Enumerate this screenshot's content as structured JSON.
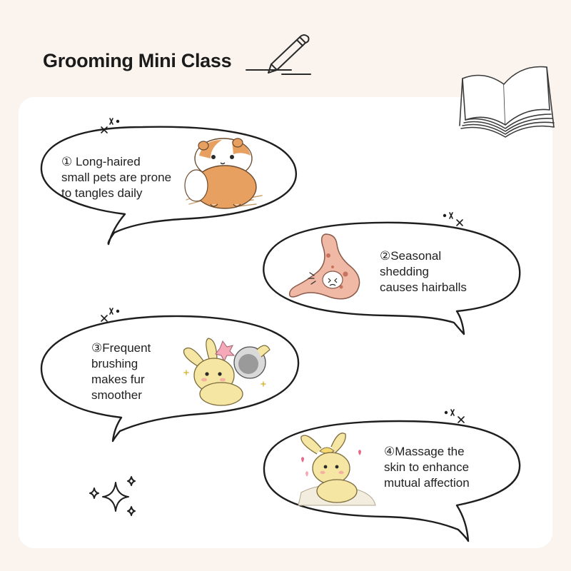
{
  "header": {
    "title": "Grooming Mini Class"
  },
  "tips": [
    {
      "lines": [
        "① Long-haired",
        "small pets are prone",
        "to tangles daily"
      ]
    },
    {
      "lines": [
        "②Seasonal",
        "shedding",
        "causes hairballs"
      ]
    },
    {
      "lines": [
        "③Frequent",
        "brushing",
        "makes fur",
        "smoother"
      ]
    },
    {
      "lines": [
        "④Massage the",
        "skin to enhance",
        "mutual affection"
      ]
    }
  ],
  "colors": {
    "background": "#fbf4ee",
    "card": "#ffffff",
    "ink": "#1e1e1e",
    "hamster_orange": "#e8a060",
    "bunny_yellow": "#f5e6a3",
    "stomach_pink": "#efb9a6"
  },
  "icons": [
    "pencil-icon",
    "book-icon",
    "sparkle-icon",
    "hamster-illustration",
    "stomach-illustration",
    "bunny-brush-illustration",
    "bunny-massage-illustration"
  ]
}
